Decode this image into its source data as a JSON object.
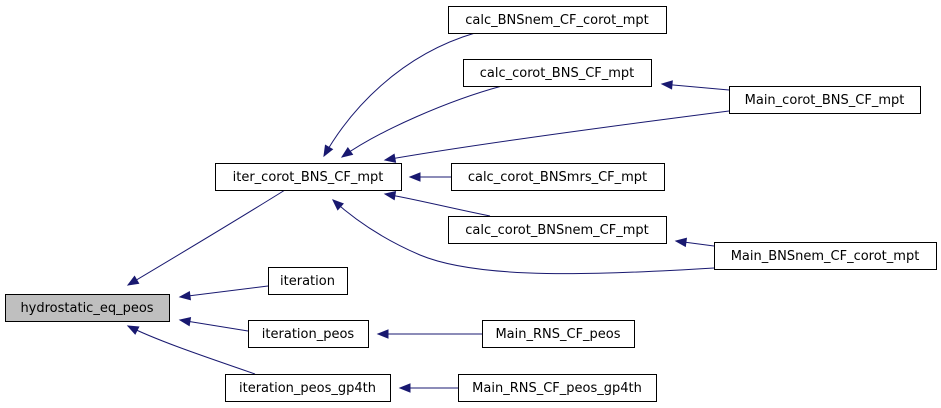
{
  "graph": {
    "nodes": [
      {
        "id": "n_hydro",
        "label": "hydrostatic_eq_peos",
        "root": true
      },
      {
        "id": "n_iter_corot",
        "label": "iter_corot_BNS_CF_mpt"
      },
      {
        "id": "n_iteration",
        "label": "iteration"
      },
      {
        "id": "n_iteration_peos",
        "label": "iteration_peos"
      },
      {
        "id": "n_iteration_gp4th",
        "label": "iteration_peos_gp4th"
      },
      {
        "id": "n_calc_bnsnem_corot",
        "label": "calc_BNSnem_CF_corot_mpt"
      },
      {
        "id": "n_calc_corot_bns",
        "label": "calc_corot_BNS_CF_mpt"
      },
      {
        "id": "n_calc_corot_bnsmrs",
        "label": "calc_corot_BNSmrs_CF_mpt"
      },
      {
        "id": "n_calc_corot_bnsnem",
        "label": "calc_corot_BNSnem_CF_mpt"
      },
      {
        "id": "n_main_corot_bns",
        "label": "Main_corot_BNS_CF_mpt"
      },
      {
        "id": "n_main_bnsnem_corot",
        "label": "Main_BNSnem_CF_corot_mpt"
      },
      {
        "id": "n_main_rns_peos",
        "label": "Main_RNS_CF_peos"
      },
      {
        "id": "n_main_rns_gp4th",
        "label": "Main_RNS_CF_peos_gp4th"
      }
    ],
    "edges": [
      {
        "from": "n_iter_corot",
        "to": "n_hydro"
      },
      {
        "from": "n_iteration",
        "to": "n_hydro"
      },
      {
        "from": "n_iteration_peos",
        "to": "n_hydro"
      },
      {
        "from": "n_iteration_gp4th",
        "to": "n_hydro"
      },
      {
        "from": "n_calc_bnsnem_corot",
        "to": "n_iter_corot"
      },
      {
        "from": "n_calc_corot_bns",
        "to": "n_iter_corot"
      },
      {
        "from": "n_main_corot_bns",
        "to": "n_iter_corot"
      },
      {
        "from": "n_calc_corot_bnsmrs",
        "to": "n_iter_corot"
      },
      {
        "from": "n_calc_corot_bnsnem",
        "to": "n_iter_corot"
      },
      {
        "from": "n_main_bnsnem_corot",
        "to": "n_iter_corot"
      },
      {
        "from": "n_main_corot_bns",
        "to": "n_calc_corot_bns"
      },
      {
        "from": "n_main_bnsnem_corot",
        "to": "n_calc_corot_bnsnem"
      },
      {
        "from": "n_main_rns_peos",
        "to": "n_iteration_peos"
      },
      {
        "from": "n_main_rns_gp4th",
        "to": "n_iteration_gp4th"
      }
    ]
  }
}
